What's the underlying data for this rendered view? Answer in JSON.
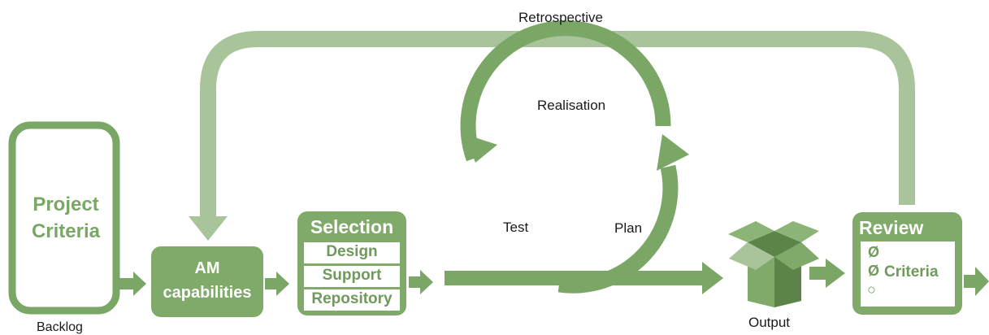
{
  "labels": {
    "retrospective": "Retrospective",
    "realisation": "Realisation",
    "test": "Test",
    "plan": "Plan",
    "backlog": "Backlog",
    "output": "Output"
  },
  "backlog_box": {
    "line1": "Project",
    "line2": "Criteria"
  },
  "am_box": {
    "line1": "AM",
    "line2": "capabilities"
  },
  "selection_box": {
    "title": "Selection",
    "rows": [
      "Design",
      "Support",
      "Repository"
    ]
  },
  "review_box": {
    "title": "Review",
    "item_checked_1": "Ø",
    "item_checked_2": "Ø",
    "criteria": "Criteria",
    "item_open": "○"
  },
  "colors": {
    "green": "#7aa765",
    "light_green": "#a9c49a",
    "box_green": "#7faa6a",
    "dark_green": "#5c8449"
  }
}
